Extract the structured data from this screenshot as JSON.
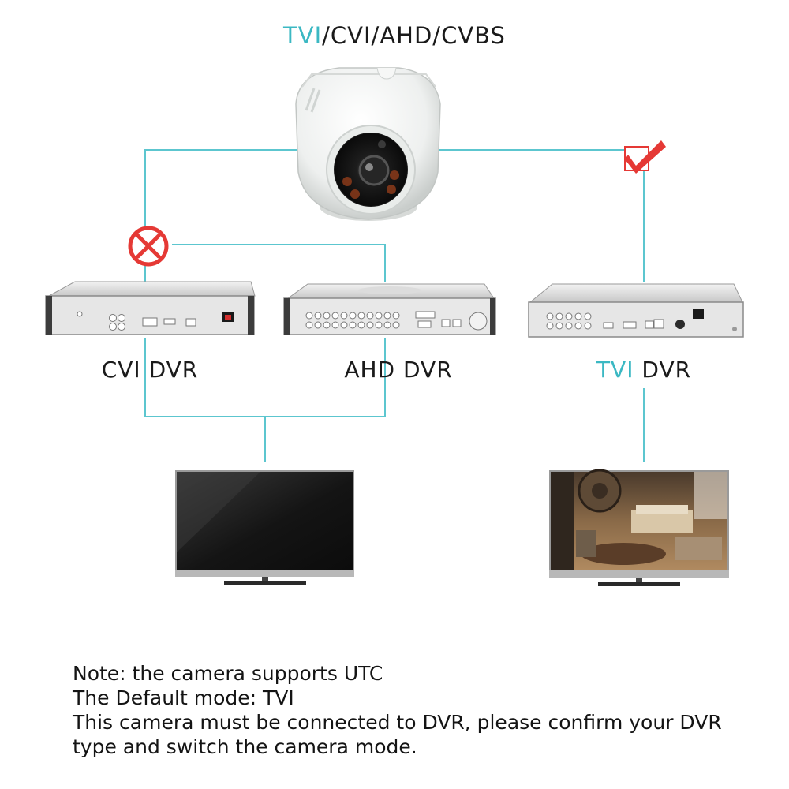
{
  "title": {
    "accent": "TVI",
    "rest": "/CVI/AHD/CVBS"
  },
  "dvrs": [
    {
      "accent": "",
      "label": "CVI DVR"
    },
    {
      "accent": "",
      "label": "AHD DVR"
    },
    {
      "accent": "TVI",
      "label": " DVR"
    }
  ],
  "notes": [
    "Note: the camera supports UTC",
    "The Default mode: TVI",
    "This camera must be connected to DVR, please confirm your DVR",
    "type and switch the camera mode."
  ],
  "colors": {
    "accent": "#3bb8c3",
    "line": "#5cc6cf",
    "reject": "#e53935",
    "ok": "#e53935"
  },
  "icons": {
    "reject": "x-circle-icon",
    "ok": "checkbox-check-icon"
  }
}
